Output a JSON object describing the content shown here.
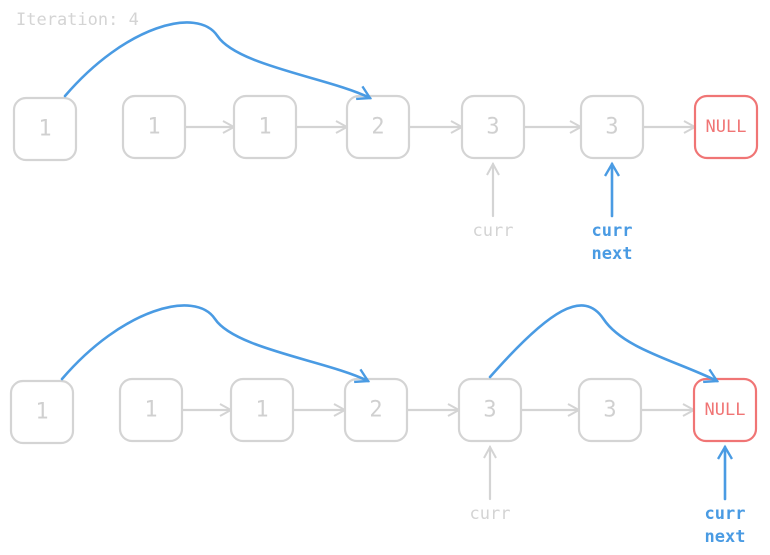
{
  "title": "Iteration: 4",
  "colors": {
    "node": "#d4d4d4",
    "null": "#f07575",
    "pointer": "#4a9be3",
    "inactive": "#d4d4d4"
  },
  "diagrams": [
    {
      "nodes": [
        "1",
        "1",
        "1",
        "2",
        "3",
        "3",
        "NULL"
      ],
      "skip_arrow": {
        "from": 0,
        "to": 3
      },
      "pointers": [
        {
          "node": 4,
          "lines": [
            "curr"
          ],
          "active": false
        },
        {
          "node": 5,
          "lines": [
            "curr",
            "next"
          ],
          "active": true
        }
      ]
    },
    {
      "nodes": [
        "1",
        "1",
        "1",
        "2",
        "3",
        "3",
        "NULL"
      ],
      "skip_arrows": [
        {
          "from": 0,
          "to": 3
        },
        {
          "from": 4,
          "to": 6
        }
      ],
      "pointers": [
        {
          "node": 4,
          "lines": [
            "curr"
          ],
          "active": false
        },
        {
          "node": 6,
          "lines": [
            "curr",
            "next"
          ],
          "active": true
        }
      ]
    }
  ]
}
